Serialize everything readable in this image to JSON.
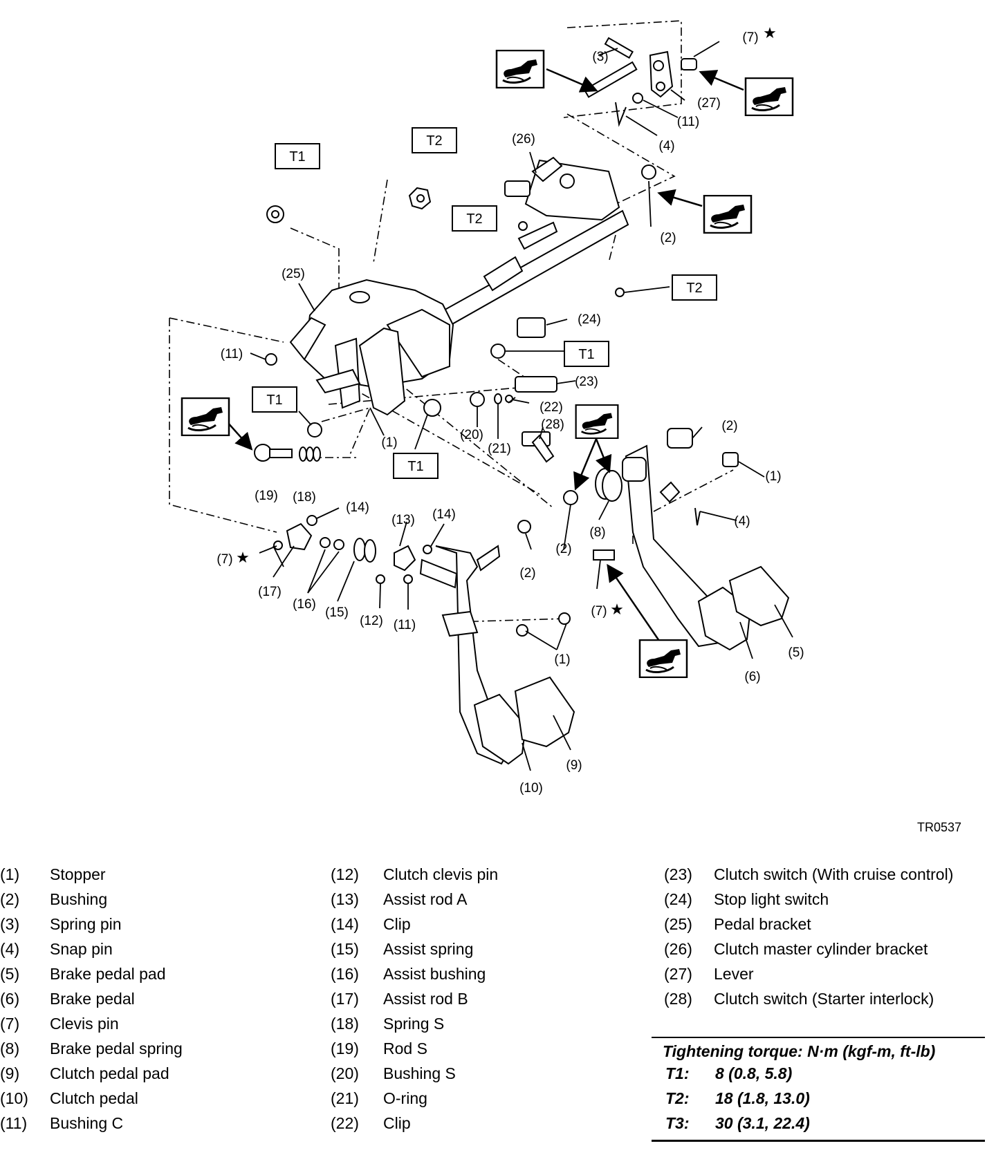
{
  "figure_code": "TR0537",
  "callouts": {
    "c1a": "(1)",
    "c1b": "(1)",
    "c1c": "(1)",
    "c2a": "(2)",
    "c2b": "(2)",
    "c2c": "(2)",
    "c2d": "(2)",
    "c3": "(3)",
    "c4a": "(4)",
    "c4b": "(4)",
    "c5": "(5)",
    "c6": "(6)",
    "c7a": "(7)",
    "c7b": "(7)",
    "c7c": "(7)",
    "c8": "(8)",
    "c9": "(9)",
    "c10": "(10)",
    "c11a": "(11)",
    "c11b": "(11)",
    "c11c": "(11)",
    "c12": "(12)",
    "c13": "(13)",
    "c14a": "(14)",
    "c14b": "(14)",
    "c15": "(15)",
    "c16": "(16)",
    "c17": "(17)",
    "c18": "(18)",
    "c19": "(19)",
    "c20": "(20)",
    "c21": "(21)",
    "c22": "(22)",
    "c23": "(23)",
    "c24": "(24)",
    "c25": "(25)",
    "c26": "(26)",
    "c27": "(27)",
    "c28": "(28)",
    "star": "★",
    "t1": "T1",
    "t2": "T2"
  },
  "legend": {
    "col1": [
      {
        "num": "(1)",
        "name": "Stopper"
      },
      {
        "num": "(2)",
        "name": "Bushing"
      },
      {
        "num": "(3)",
        "name": "Spring pin"
      },
      {
        "num": "(4)",
        "name": "Snap pin"
      },
      {
        "num": "(5)",
        "name": "Brake pedal pad"
      },
      {
        "num": "(6)",
        "name": "Brake pedal"
      },
      {
        "num": "(7)",
        "name": "Clevis pin"
      },
      {
        "num": "(8)",
        "name": "Brake pedal spring"
      },
      {
        "num": "(9)",
        "name": "Clutch pedal pad"
      },
      {
        "num": "(10)",
        "name": "Clutch pedal"
      },
      {
        "num": "(11)",
        "name": "Bushing C"
      }
    ],
    "col2": [
      {
        "num": "(12)",
        "name": "Clutch clevis pin"
      },
      {
        "num": "(13)",
        "name": "Assist rod A"
      },
      {
        "num": "(14)",
        "name": "Clip"
      },
      {
        "num": "(15)",
        "name": "Assist spring"
      },
      {
        "num": "(16)",
        "name": "Assist bushing"
      },
      {
        "num": "(17)",
        "name": "Assist rod B"
      },
      {
        "num": "(18)",
        "name": "Spring S"
      },
      {
        "num": "(19)",
        "name": "Rod S"
      },
      {
        "num": "(20)",
        "name": "Bushing S"
      },
      {
        "num": "(21)",
        "name": "O-ring"
      },
      {
        "num": "(22)",
        "name": "Clip"
      }
    ],
    "col3": [
      {
        "num": "(23)",
        "name": "Clutch switch (With cruise control)"
      },
      {
        "num": "(24)",
        "name": "Stop light switch"
      },
      {
        "num": "(25)",
        "name": "Pedal bracket"
      },
      {
        "num": "(26)",
        "name": "Clutch master cylinder bracket"
      },
      {
        "num": "(27)",
        "name": "Lever"
      },
      {
        "num": "(28)",
        "name": "Clutch switch (Starter interlock)"
      }
    ]
  },
  "torque": {
    "heading": "Tightening torque: N·m (kgf-m, ft-lb)",
    "rows": [
      {
        "key": "T1:",
        "value": "8 (0.8, 5.8)"
      },
      {
        "key": "T2:",
        "value": "18 (1.8, 13.0)"
      },
      {
        "key": "T3:",
        "value": "30 (3.1, 22.4)"
      }
    ]
  },
  "icons": [
    "grease-apply-icon"
  ]
}
